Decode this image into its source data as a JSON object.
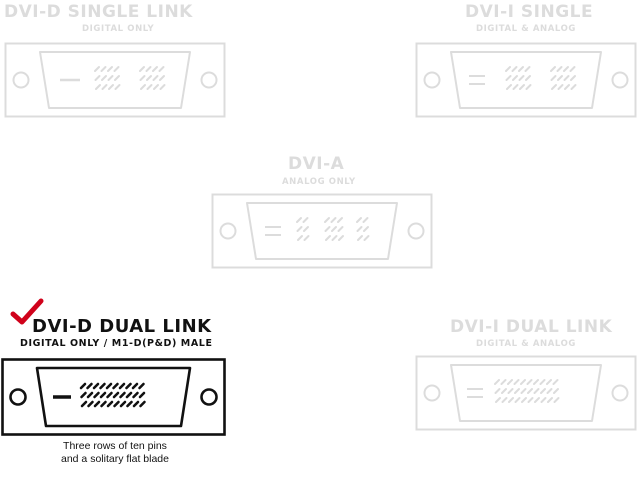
{
  "colors": {
    "faded": "#dcdcdc",
    "active": "#111111",
    "check": "#d0021b"
  },
  "connectors": [
    {
      "id": "dvi-d-single",
      "title": "DVI-D SINGLE LINK",
      "subtitle": "DIGITAL ONLY",
      "state": "faded",
      "pins": "single"
    },
    {
      "id": "dvi-i-single",
      "title": "DVI-I SINGLE",
      "subtitle": "DIGITAL & ANALOG",
      "state": "faded",
      "pins": "single-analog"
    },
    {
      "id": "dvi-a",
      "title": "DVI-A",
      "subtitle": "ANALOG ONLY",
      "state": "faded",
      "pins": "analog"
    },
    {
      "id": "dvi-d-dual",
      "title": "DVI-D DUAL LINK",
      "subtitle": "DIGITAL ONLY / M1-D(P&D) MALE",
      "state": "active",
      "pins": "dual",
      "caption_line1": "Three rows of ten pins",
      "caption_line2": "and a solitary flat blade",
      "selected": true
    },
    {
      "id": "dvi-i-dual",
      "title": "DVI-I DUAL LINK",
      "subtitle": "DIGITAL & ANALOG",
      "state": "faded",
      "pins": "dual-analog"
    }
  ]
}
